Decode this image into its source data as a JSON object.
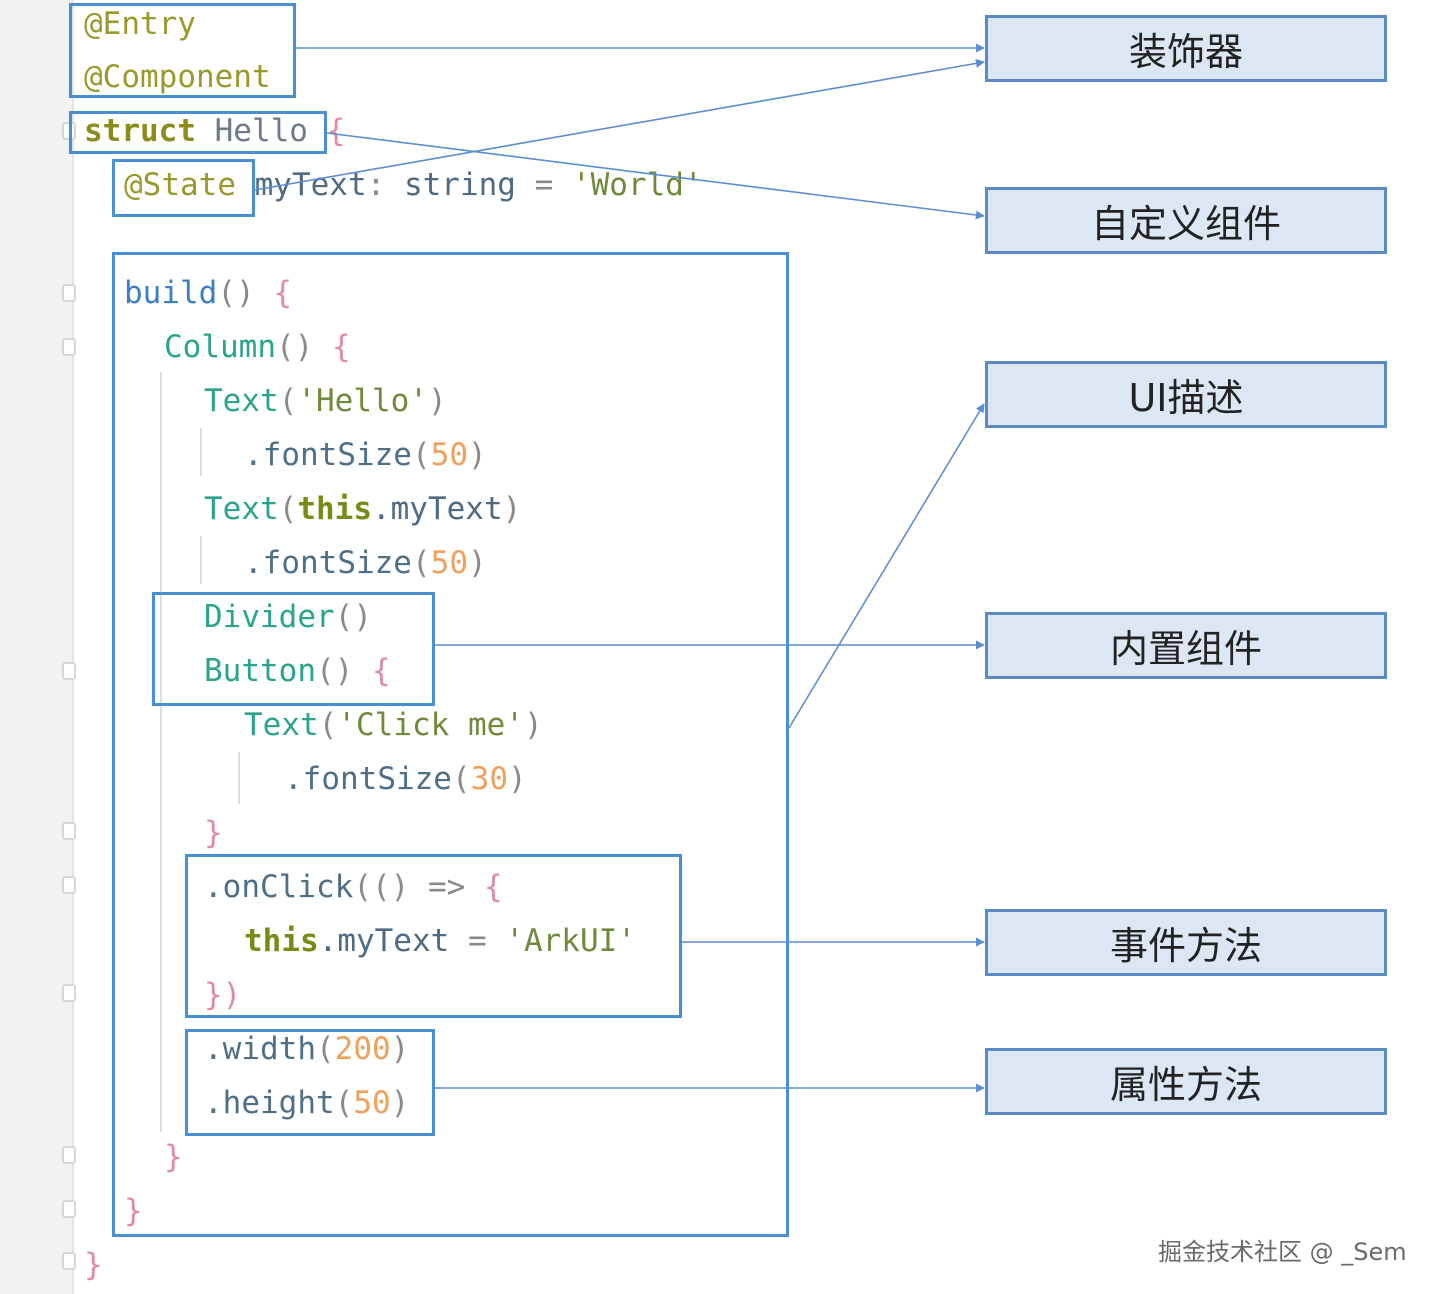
{
  "code_lines": [
    [
      {
        "t": "@Entry",
        "c": "anno"
      }
    ],
    [
      {
        "t": "@Component",
        "c": "anno"
      }
    ],
    [
      {
        "t": "struct",
        "c": "kw"
      },
      {
        "t": " Hello ",
        "c": "type"
      },
      {
        "t": "{",
        "c": "brace"
      }
    ],
    [
      {
        "t": "@State",
        "c": "anno"
      },
      {
        "t": " myText",
        "c": "plain"
      },
      {
        "t": ": ",
        "c": "punc"
      },
      {
        "t": "string",
        "c": "plain"
      },
      {
        "t": " = ",
        "c": "punc"
      },
      {
        "t": "'World'",
        "c": "str"
      }
    ],
    [
      {
        "t": "build",
        "c": "build"
      },
      {
        "t": "() ",
        "c": "punc"
      },
      {
        "t": "{",
        "c": "brace"
      }
    ],
    [
      {
        "t": "Column",
        "c": "fn"
      },
      {
        "t": "() ",
        "c": "punc"
      },
      {
        "t": "{",
        "c": "brace"
      }
    ],
    [
      {
        "t": "Text",
        "c": "fn"
      },
      {
        "t": "(",
        "c": "punc"
      },
      {
        "t": "'Hello'",
        "c": "str"
      },
      {
        "t": ")",
        "c": "punc"
      }
    ],
    [
      {
        "t": ".fontSize",
        "c": "prop"
      },
      {
        "t": "(",
        "c": "punc"
      },
      {
        "t": "50",
        "c": "num"
      },
      {
        "t": ")",
        "c": "punc"
      }
    ],
    [
      {
        "t": "Text",
        "c": "fn"
      },
      {
        "t": "(",
        "c": "punc"
      },
      {
        "t": "this",
        "c": "this"
      },
      {
        "t": ".myText",
        "c": "plain"
      },
      {
        "t": ")",
        "c": "punc"
      }
    ],
    [
      {
        "t": ".fontSize",
        "c": "prop"
      },
      {
        "t": "(",
        "c": "punc"
      },
      {
        "t": "50",
        "c": "num"
      },
      {
        "t": ")",
        "c": "punc"
      }
    ],
    [
      {
        "t": "Divider",
        "c": "fn"
      },
      {
        "t": "()",
        "c": "punc"
      }
    ],
    [
      {
        "t": "Button",
        "c": "fn"
      },
      {
        "t": "() ",
        "c": "punc"
      },
      {
        "t": "{",
        "c": "brace"
      }
    ],
    [
      {
        "t": "Text",
        "c": "fn"
      },
      {
        "t": "(",
        "c": "punc"
      },
      {
        "t": "'Click me'",
        "c": "str"
      },
      {
        "t": ")",
        "c": "punc"
      }
    ],
    [
      {
        "t": ".fontSize",
        "c": "prop"
      },
      {
        "t": "(",
        "c": "punc"
      },
      {
        "t": "30",
        "c": "num"
      },
      {
        "t": ")",
        "c": "punc"
      }
    ],
    [
      {
        "t": "}",
        "c": "brace"
      }
    ],
    [
      {
        "t": ".onClick",
        "c": "prop"
      },
      {
        "t": "(() => ",
        "c": "punc"
      },
      {
        "t": "{",
        "c": "brace"
      }
    ],
    [
      {
        "t": "this",
        "c": "this"
      },
      {
        "t": ".myText",
        "c": "plain"
      },
      {
        "t": " = ",
        "c": "punc"
      },
      {
        "t": "'ArkUI'",
        "c": "str"
      }
    ],
    [
      {
        "t": "})",
        "c": "brace"
      }
    ],
    [
      {
        "t": ".width",
        "c": "prop"
      },
      {
        "t": "(",
        "c": "punc"
      },
      {
        "t": "200",
        "c": "num"
      },
      {
        "t": ")",
        "c": "punc"
      }
    ],
    [
      {
        "t": ".height",
        "c": "prop"
      },
      {
        "t": "(",
        "c": "punc"
      },
      {
        "t": "50",
        "c": "num"
      },
      {
        "t": ")",
        "c": "punc"
      }
    ],
    [
      {
        "t": "}",
        "c": "brace"
      }
    ],
    [
      {
        "t": "}",
        "c": "brace"
      }
    ],
    [
      {
        "t": "}",
        "c": "brace"
      }
    ]
  ],
  "labels": {
    "decorator": "装饰器",
    "custom_component": "自定义组件",
    "ui_description": "UI描述",
    "builtin_component": "内置组件",
    "event_method": "事件方法",
    "attribute_method": "属性方法"
  },
  "watermark": "掘金技术社区 @ _Sem",
  "colors": {
    "highlight_border": "#4a8fd6",
    "label_fill": "#dde7f3",
    "label_border": "#5b8ac4",
    "arrow": "#5b8ed0"
  }
}
